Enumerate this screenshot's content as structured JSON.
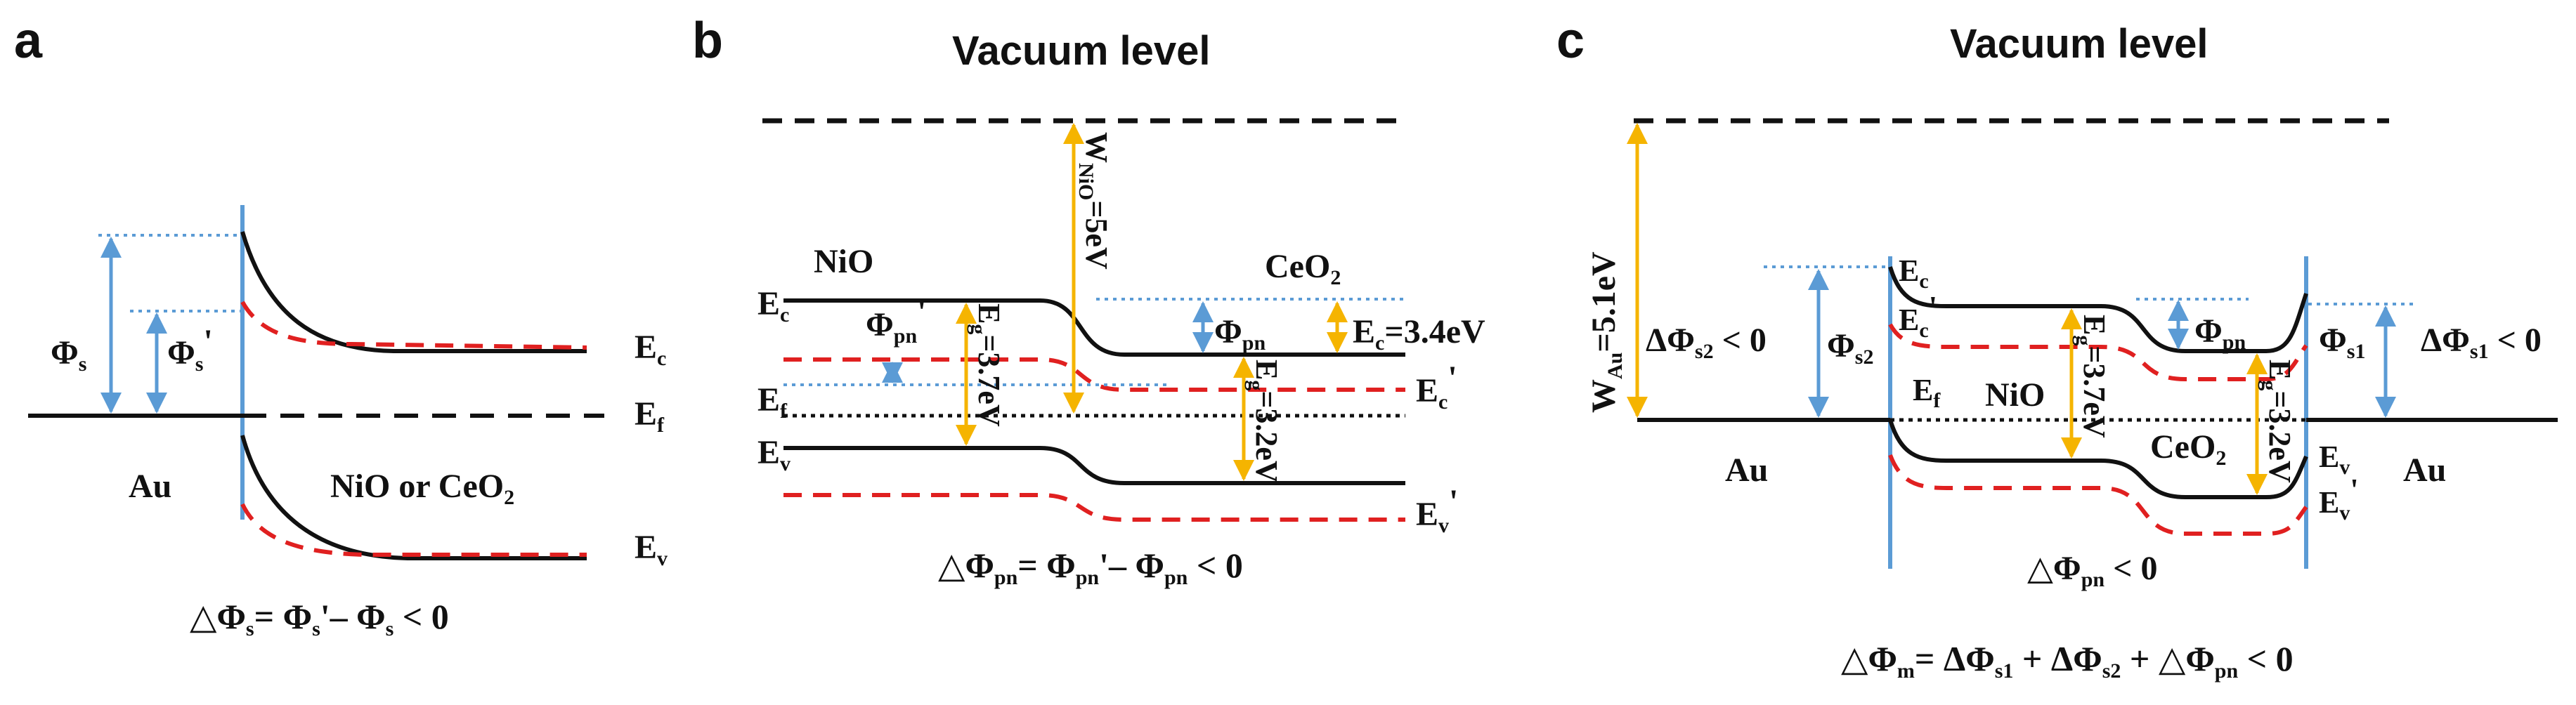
{
  "panels": {
    "a": {
      "letter": "a",
      "phi_s": "Φ",
      "phi_s_sub": "s",
      "phi_s_prime": "Φ",
      "phi_s_prime_sub": "s",
      "phi_s_prime_mark": "'",
      "ec": "E",
      "ec_sub": "c",
      "ef": "E",
      "ef_sub": "f",
      "ev": "E",
      "ev_sub": "v",
      "metal": "Au",
      "semi_text": "NiO or CeO",
      "semi_sub": "2",
      "formula": "△Φs= Φs'– Φs < 0"
    },
    "b": {
      "letter": "b",
      "vacuum": "Vacuum level",
      "nio": "NiO",
      "ceo": "CeO",
      "ceo_sub": "2",
      "ec": "E",
      "ec_sub": "c",
      "ef": "E",
      "ef_sub": "f",
      "ev": "E",
      "ev_sub": "v",
      "ec_prime": "E",
      "ec_prime_sub": "c",
      "ev_prime": "E",
      "ev_prime_sub": "v",
      "prime": "'",
      "phi_pn_prime": "Φ",
      "phi_pn_prime_sub": "pn",
      "phi_pn": "Φ",
      "phi_pn_sub": "pn",
      "w_nio": "W",
      "w_nio_sub": "NiO",
      "w_nio_val": "=5eV",
      "eg_nio": "E",
      "eg_nio_sub": "g",
      "eg_nio_val": "=3.7eV",
      "eg_ceo": "E",
      "eg_ceo_sub": "g",
      "eg_ceo_val": "=3.2eV",
      "ec_val": "E",
      "ec_val_sub": "c",
      "ec_val_text": "=3.4eV",
      "formula": "△Φpn= Φpn'– Φpn < 0"
    },
    "c": {
      "letter": "c",
      "vacuum": "Vacuum level",
      "w_au": "W",
      "w_au_sub": "Au",
      "w_au_val": "=5.1eV",
      "dphi_s2": "ΔΦ",
      "dphi_s2_sub": "s2",
      "dphi_s2_rel": " < 0",
      "phi_s2": "Φ",
      "phi_s2_sub": "s2",
      "ec": "E",
      "ec_sub": "c",
      "ec_prime": "E",
      "ec_prime_sub": "c",
      "prime": "'",
      "ef": "E",
      "ef_sub": "f",
      "nio": "NiO",
      "eg_nio": "E",
      "eg_nio_sub": "g",
      "eg_nio_val": "=3.7eV",
      "phi_pn": "Φ",
      "phi_pn_sub": "pn",
      "ceo": "CeO",
      "ceo_sub": "2",
      "eg_ceo": "E",
      "eg_ceo_sub": "g",
      "eg_ceo_val": "=3.2eV",
      "ev": "E",
      "ev_sub": "v",
      "ev_prime": "E",
      "ev_prime_sub": "v",
      "phi_s1": "Φ",
      "phi_s1_sub": "s1",
      "dphi_s1": "ΔΦ",
      "dphi_s1_sub": "s1",
      "dphi_s1_rel": " < 0",
      "metal_left": "Au",
      "metal_right": "Au",
      "dphi_pn": "△Φ",
      "dphi_pn_sub": "pn",
      "dphi_pn_rel": " < 0",
      "formula": "△Φm= ΔΦs1 + ΔΦs2 + △Φpn < 0"
    }
  }
}
